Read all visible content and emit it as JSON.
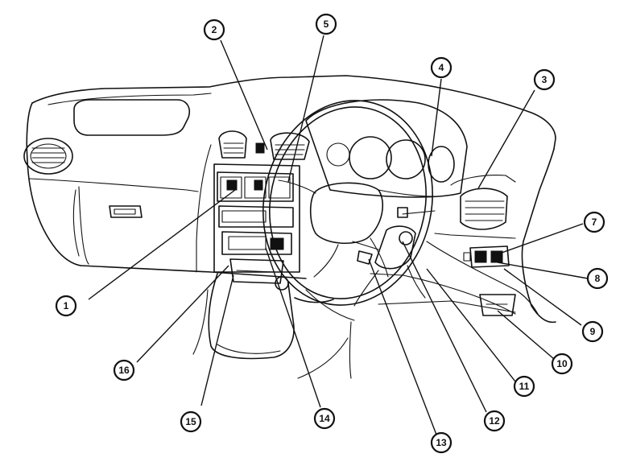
{
  "diagram": {
    "callouts": [
      {
        "id": "1",
        "label": "1"
      },
      {
        "id": "2",
        "label": "2"
      },
      {
        "id": "3",
        "label": "3"
      },
      {
        "id": "4",
        "label": "4"
      },
      {
        "id": "5",
        "label": "5"
      },
      {
        "id": "7",
        "label": "7"
      },
      {
        "id": "8",
        "label": "8"
      },
      {
        "id": "9",
        "label": "9"
      },
      {
        "id": "10",
        "label": "10"
      },
      {
        "id": "11",
        "label": "11"
      },
      {
        "id": "12",
        "label": "12"
      },
      {
        "id": "13",
        "label": "13"
      },
      {
        "id": "14",
        "label": "14"
      },
      {
        "id": "15",
        "label": "15"
      },
      {
        "id": "16",
        "label": "16"
      }
    ]
  }
}
